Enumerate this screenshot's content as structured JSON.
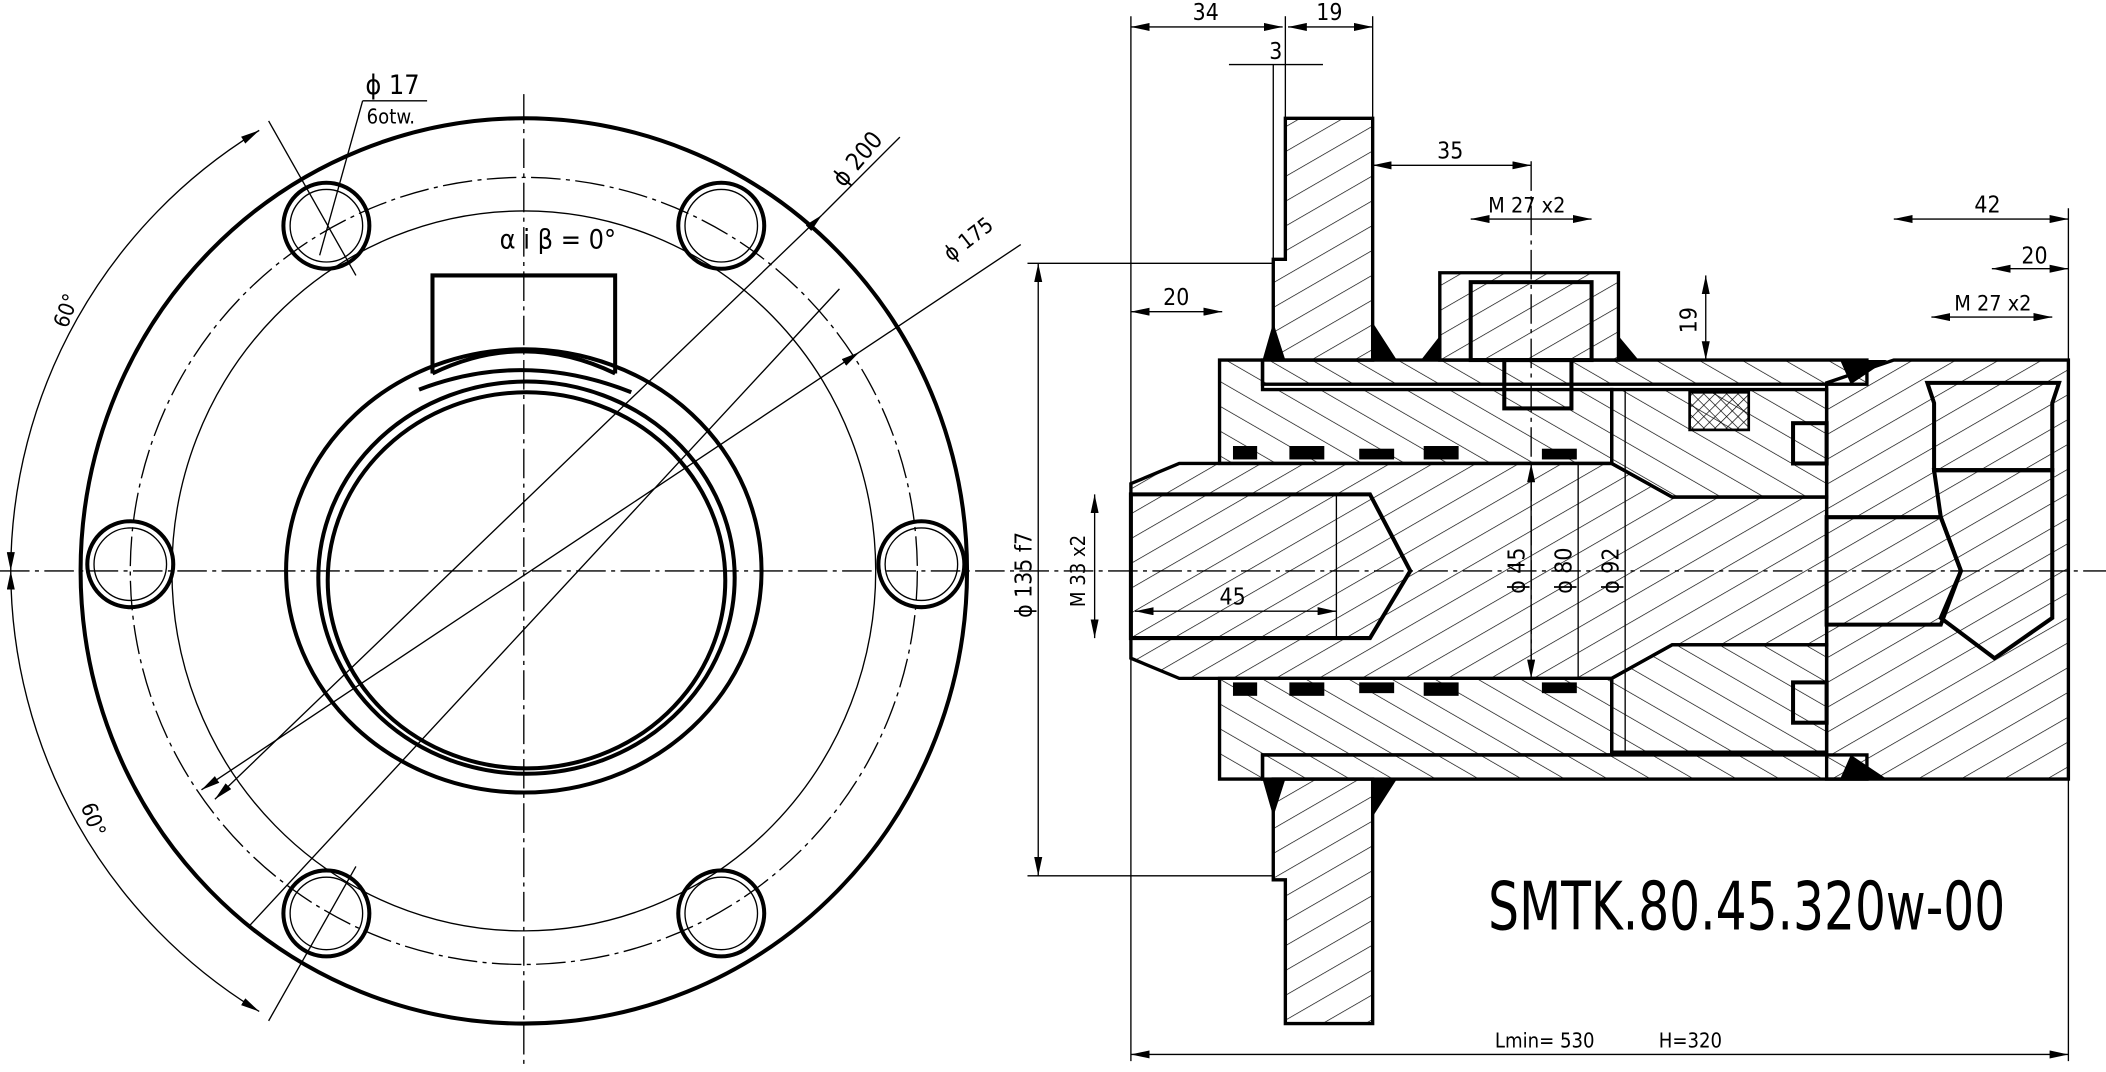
{
  "drawing": {
    "part_number": "SMTK.80.45.320w-00",
    "lmin": "Lmin= 530",
    "h": "H=320"
  },
  "front_view": {
    "hole_dia": "ϕ 17",
    "hole_count": "6otw.",
    "dia_200": "ϕ 200",
    "dia_175": "ϕ 175",
    "angle_note": "α i β = 0°",
    "angle_top": "60°",
    "angle_bottom": "60°"
  },
  "section_view": {
    "dim_34": "34",
    "dim_19_top": "19",
    "dim_3": "3",
    "dim_35": "35",
    "thread_port_1": "M 27 x2",
    "dim_19_port": "19",
    "dim_42": "42",
    "dim_20_right": "20",
    "thread_port_2": "M 27 x2",
    "dim_20_left": "20",
    "dia_135": "ϕ 135 f7",
    "thread_bore": "M 33 x2",
    "dim_45": "45",
    "dia_45": "ϕ 45",
    "dia_80": "ϕ 80",
    "dia_92": "ϕ 92"
  }
}
